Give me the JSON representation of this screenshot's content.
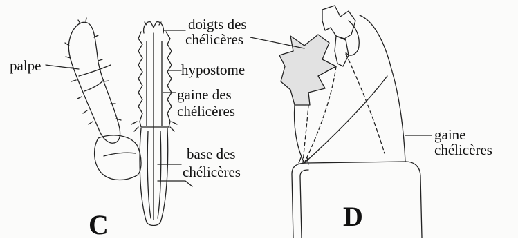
{
  "panels": [
    {
      "letter": "C",
      "labels": {
        "palpe": "palpe",
        "doigts": [
          "doigts des",
          "chélicères"
        ],
        "hypostome": "hypostome",
        "gaine": [
          "gaine des",
          "chélicères"
        ],
        "base": [
          "base des",
          "chélicères"
        ]
      }
    },
    {
      "letter": "D",
      "labels": {
        "gaine": [
          "gaine",
          "chélicères"
        ]
      }
    }
  ],
  "colors": {
    "ink": "#111111",
    "stipple": "#dedede"
  }
}
